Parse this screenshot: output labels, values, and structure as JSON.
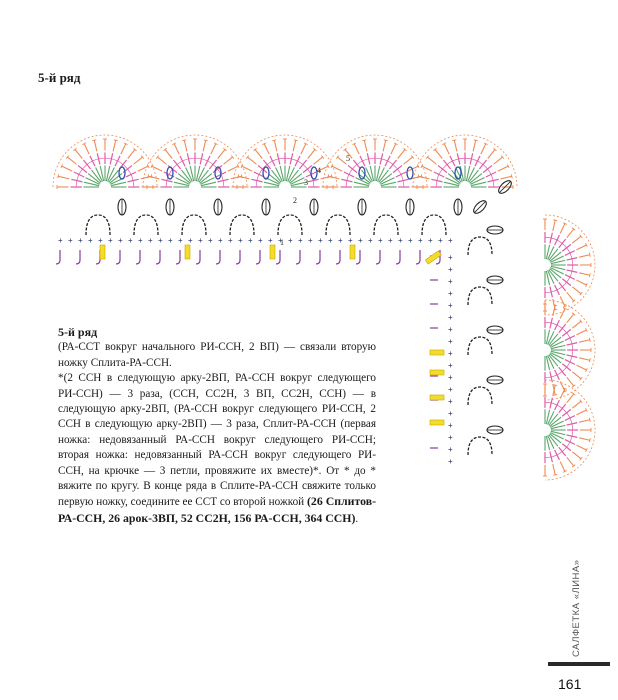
{
  "heading": "5-й ряд",
  "diagram": {
    "marker_1": "1",
    "marker_2": "2",
    "marker_3": "3",
    "marker_4": "4",
    "marker_5": "5",
    "colors": {
      "orange": "#f08a52",
      "pink": "#e05aa8",
      "green": "#5aa66a",
      "blue": "#2c4fa8",
      "navy": "#1e2a6b",
      "purple": "#8a3aa0",
      "black": "#222222",
      "yellow": "#f4dc2c"
    }
  },
  "instructions": {
    "title": "5-й ряд",
    "p1": "(РА-ССТ вокруг начального РИ-ССН, 2 ВП) — связали вторую ножку Сплита-РА-ССН.",
    "p2": "*(2 ССН в следующую арку-2ВП, РА-ССН вокруг следующего РИ-ССН) — 3 раза, (ССН, СС2Н, 3 ВП, СС2Н, ССН) — в следующую арку-2ВП, (РА-ССН вокруг следующего РИ-ССН, 2 ССН в следующую арку-2ВП) — 3 раза, Сплит-РА-ССН (первая ножка: недовязанный РА-ССН вокруг следующего РИ-ССН; вторая ножка: недовязанный РА-ССН вокруг следующего РИ-ССН, на крючке — 3 петли, провяжите их вместе)*. От * до * вяжите по кругу. В конце ряда в Сплите-РА-ССН свяжите только первую ножку, соедините ее ССТ со второй ножкой ",
    "summary": "(26 Сплитов-РА-ССН, 26 арок-3ВП, 52 СС2Н, 156 РА-ССН, 364 ССН)",
    "end": "."
  },
  "side_label": "САЛФЕТКА «ЛИНА»",
  "page_number": "161"
}
